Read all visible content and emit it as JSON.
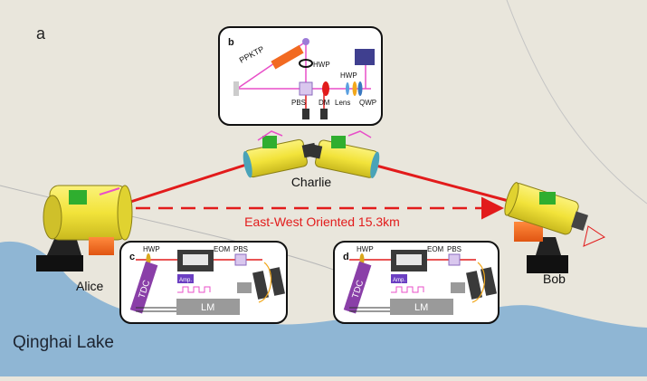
{
  "panel_labels": {
    "a": "a",
    "b": "b",
    "c": "c",
    "d": "d"
  },
  "nodes": {
    "alice": "Alice",
    "bob": "Bob",
    "charlie": "Charlie"
  },
  "link_label": "East-West Oriented 15.3km",
  "lake_label": "Qinghai Lake",
  "inset_b": {
    "ppktp": "PPKTP",
    "hwp_top": "HWP",
    "pbs": "PBS",
    "dm": "DM",
    "lens": "Lens",
    "hwp_right": "HWP",
    "qwp": "QWP"
  },
  "inset_c": {
    "hwp": "HWP",
    "eom": "EOM",
    "pbs": "PBS",
    "amp": "Amp.",
    "lm": "LM",
    "tdc": "TDC"
  },
  "inset_d": {
    "hwp": "HWP",
    "eom": "EOM",
    "pbs": "PBS",
    "amp": "Amp.",
    "lm": "LM",
    "tdc": "TDC"
  },
  "colors": {
    "link": "#e21b1b",
    "telescope": "#f2e33a",
    "lake": "#8fb6d4",
    "land": "#e9e6dc",
    "pump": "#e84fc8",
    "photon_module": "#f26a21"
  }
}
